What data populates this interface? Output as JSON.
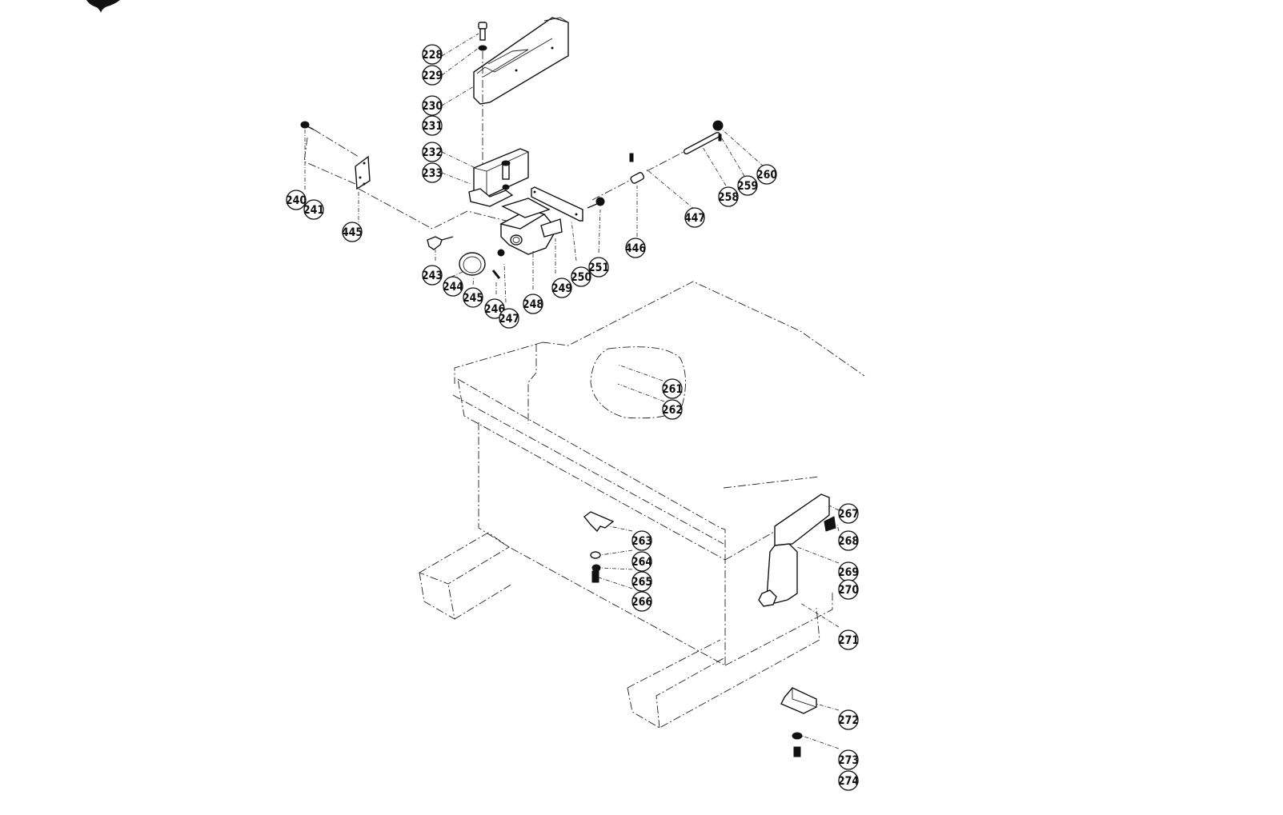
{
  "diagram": {
    "title": "Exploded parts diagram – guard, cross-slide and table assembly",
    "labels": [
      "228",
      "229",
      "230",
      "231",
      "232",
      "233",
      "240",
      "241",
      "445",
      "243",
      "244",
      "245",
      "246",
      "247",
      "248",
      "249",
      "250",
      "251",
      "446",
      "447",
      "258",
      "259",
      "260",
      "261",
      "262",
      "263",
      "264",
      "265",
      "266",
      "267",
      "268",
      "269",
      "270",
      "271",
      "272",
      "273",
      "274"
    ],
    "callouts": {
      "228": "228",
      "229": "229",
      "230": "230",
      "231": "231",
      "232": "232",
      "233": "233",
      "240": "240",
      "241": "241",
      "445": "445",
      "243": "243",
      "244": "244",
      "245": "245",
      "246": "246",
      "247": "247",
      "248": "248",
      "249": "249",
      "250": "250",
      "251": "251",
      "446": "446",
      "447": "447",
      "258": "258",
      "259": "259",
      "260": "260",
      "261": "261",
      "262": "262",
      "263": "263",
      "264": "264",
      "265": "265",
      "266": "266",
      "267": "267",
      "268": "268",
      "269": "269",
      "270": "270",
      "271": "271",
      "272": "272",
      "273": "273",
      "274": "274"
    }
  }
}
